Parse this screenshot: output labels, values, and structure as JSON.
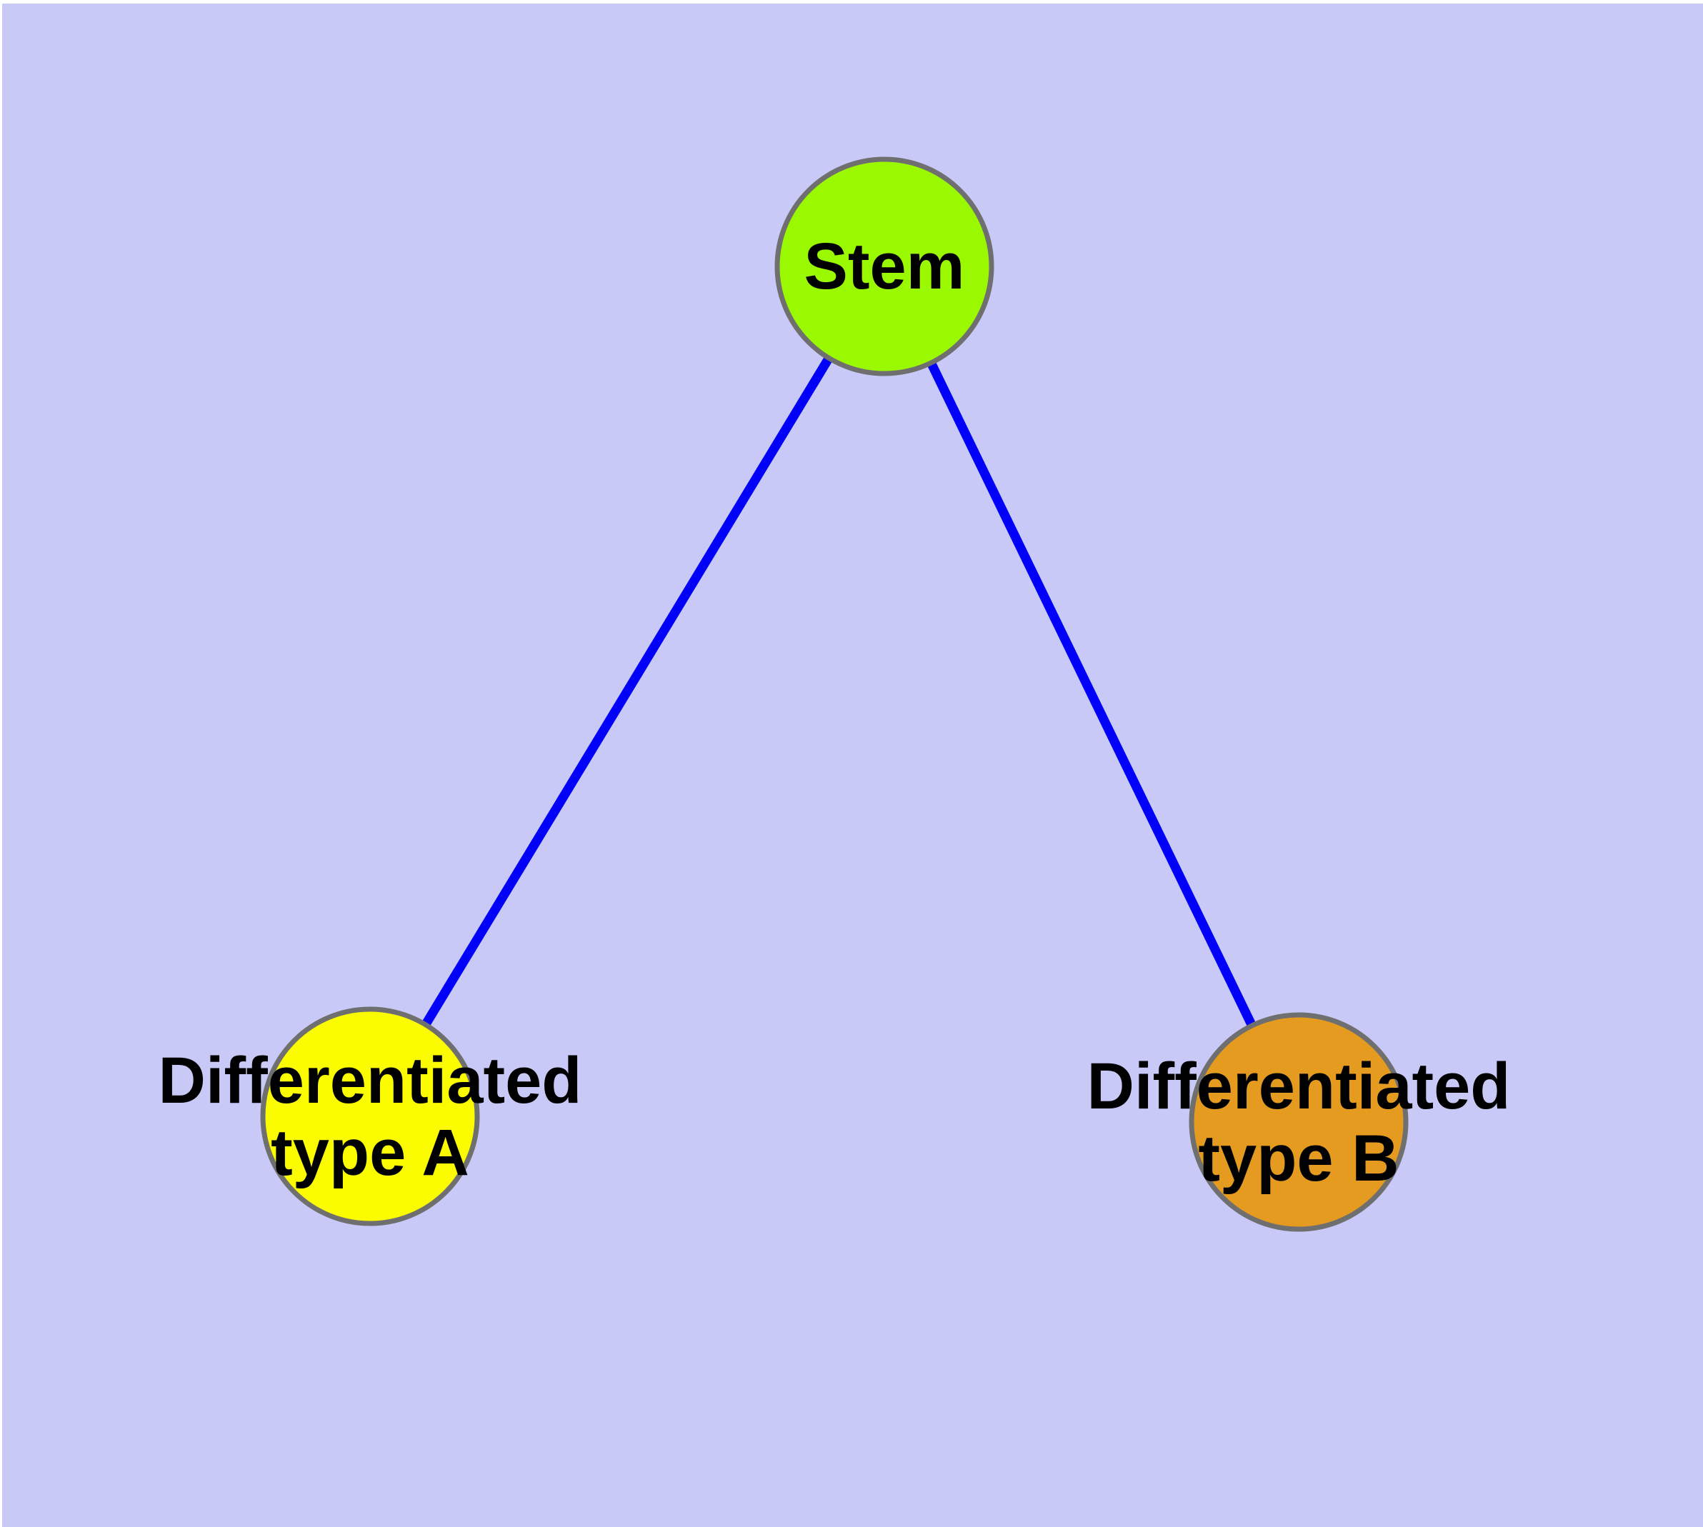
{
  "diagram": {
    "type": "node-edge-graph",
    "background_color": "#C9C9F7",
    "frame_color": "#FFFFFF",
    "edge_color": "#0000FB",
    "node_border_color": "#6F6F6F",
    "text_color": "#000000",
    "nodes": {
      "stem": {
        "label": "Stem",
        "fill_color": "#9AF900"
      },
      "type_a": {
        "label": "Differentiated type A",
        "label_line1": "Differentiated",
        "label_line2": "type A",
        "fill_color": "#FCFC00"
      },
      "type_b": {
        "label": "Differentiated type B",
        "label_line1": "Differentiated",
        "label_line2": "type B",
        "fill_color": "#E49B20"
      }
    },
    "edges": [
      {
        "from": "Stem",
        "to": "Differentiated type A"
      },
      {
        "from": "Stem",
        "to": "Differentiated type B"
      }
    ]
  }
}
